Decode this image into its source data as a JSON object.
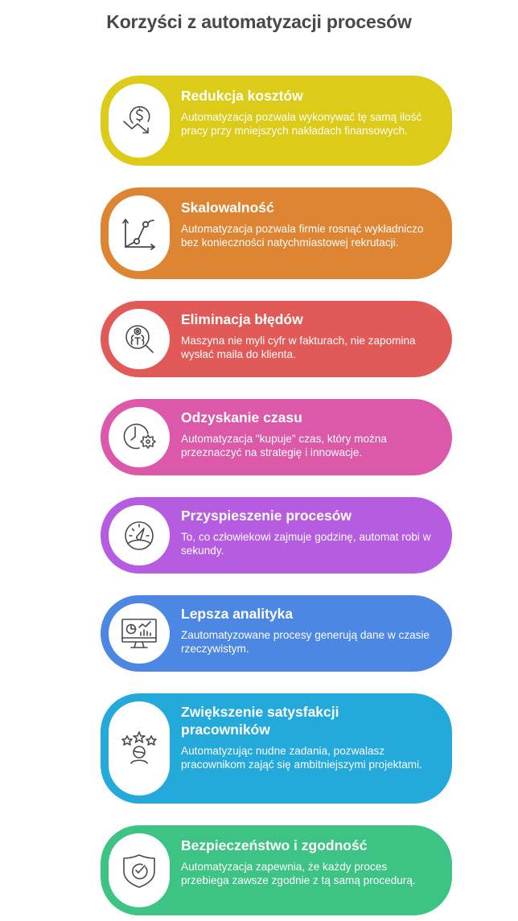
{
  "title": "Korzyści z automatyzacji procesów",
  "cards": [
    {
      "title": "Redukcja kosztów",
      "description": "Automatyzacja pozwala wykonywać tę samą ilość pracy przy mniejszych nakładach finansowych.",
      "icon": "money-down-icon",
      "color": "#DDCB19"
    },
    {
      "title": "Skalowalność",
      "description": "Automatyzacja pozwala firmie rosnąć wykładniczo bez konieczności natychmiastowej rekrutacji.",
      "icon": "growth-chart-icon",
      "color": "#DE8533"
    },
    {
      "title": "Eliminacja błędów",
      "description": "Maszyna nie myli cyfr w fakturach, nie zapomina wysłać maila do klienta.",
      "icon": "bug-search-icon",
      "color": "#E15A58"
    },
    {
      "title": "Odzyskanie czasu",
      "description": "Automatyzacja \"kupuje\" czas, który można przeznaczyć na strategię i innowacje.",
      "icon": "clock-gear-icon",
      "color": "#DB59A8"
    },
    {
      "title": "Przyspieszenie procesów",
      "description": "To, co człowiekowi zajmuje godzinę, automat robi w sekundy.",
      "icon": "speedometer-icon",
      "color": "#B65CE0"
    },
    {
      "title": "Lepsza analityka",
      "description": "Zautomatyzowane procesy generują dane w czasie rzeczywistym.",
      "icon": "analytics-monitor-icon",
      "color": "#4C87E3"
    },
    {
      "title": "Zwiększenie satysfakcji pracowników",
      "description": "Automatyzując nudne zadania, pozwalasz pracownikom zająć się ambitniejszymi projektami.",
      "icon": "employee-stars-icon",
      "color": "#24A9DB"
    },
    {
      "title": "Bezpieczeństwo i zgodność",
      "description": "Automatyzacja zapewnia, że każdy proces przebiega zawsze zgodnie z tą samą procedurą.",
      "icon": "shield-check-icon",
      "color": "#3DC383"
    }
  ]
}
